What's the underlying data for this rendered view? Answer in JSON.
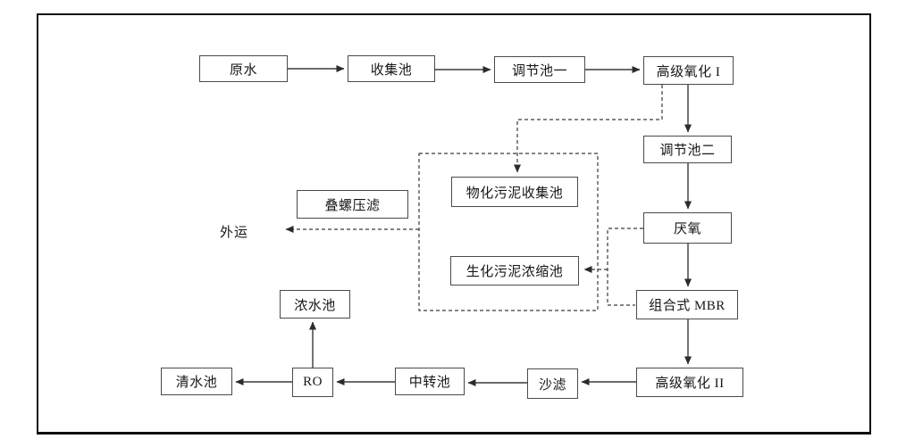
{
  "diagram": {
    "type": "flowchart",
    "description_domain": "wastewater-treatment-process",
    "nodes": {
      "raw_water": "原水",
      "collection_pool": "收集池",
      "regulation_pool_1": "调节池一",
      "advanced_oxidation_1": "高级氧化 I",
      "regulation_pool_2": "调节池二",
      "anaerobic": "厌氧",
      "combined_mbr": "组合式 MBR",
      "advanced_oxidation_2": "高级氧化 II",
      "sand_filter": "沙滤",
      "transfer_pool": "中转池",
      "ro": "RO",
      "clean_water_pool": "清水池",
      "concentrated_water_pool": "浓水池",
      "screw_press_filter": "叠螺压滤",
      "physicochemical_sludge_collection_pool": "物化污泥收集池",
      "biochemical_sludge_thickening_pool": "生化污泥浓缩池",
      "outbound_label": "外运"
    },
    "edges": [
      {
        "from": "raw_water",
        "to": "collection_pool",
        "style": "solid"
      },
      {
        "from": "collection_pool",
        "to": "regulation_pool_1",
        "style": "solid"
      },
      {
        "from": "regulation_pool_1",
        "to": "advanced_oxidation_1",
        "style": "solid"
      },
      {
        "from": "advanced_oxidation_1",
        "to": "regulation_pool_2",
        "style": "solid"
      },
      {
        "from": "regulation_pool_2",
        "to": "anaerobic",
        "style": "solid"
      },
      {
        "from": "anaerobic",
        "to": "combined_mbr",
        "style": "solid"
      },
      {
        "from": "combined_mbr",
        "to": "advanced_oxidation_2",
        "style": "solid"
      },
      {
        "from": "advanced_oxidation_2",
        "to": "sand_filter",
        "style": "solid"
      },
      {
        "from": "sand_filter",
        "to": "transfer_pool",
        "style": "solid"
      },
      {
        "from": "transfer_pool",
        "to": "ro",
        "style": "solid"
      },
      {
        "from": "ro",
        "to": "clean_water_pool",
        "style": "solid"
      },
      {
        "from": "ro",
        "to": "concentrated_water_pool",
        "style": "solid"
      },
      {
        "from": "advanced_oxidation_1",
        "to": "physicochemical_sludge_collection_pool",
        "style": "dashed"
      },
      {
        "from": "anaerobic",
        "to": "biochemical_sludge_thickening_pool",
        "style": "dashed"
      },
      {
        "from": "combined_mbr",
        "to": "biochemical_sludge_thickening_pool",
        "style": "dashed"
      },
      {
        "from": "sludge_group",
        "to": "outbound_label",
        "style": "dashed"
      }
    ],
    "colors": {
      "background": "#ffffff",
      "line": "#3a3a3a",
      "box_border": "#4a4a4a",
      "text": "#161616",
      "outer_frame": "#0e0e0e"
    }
  }
}
